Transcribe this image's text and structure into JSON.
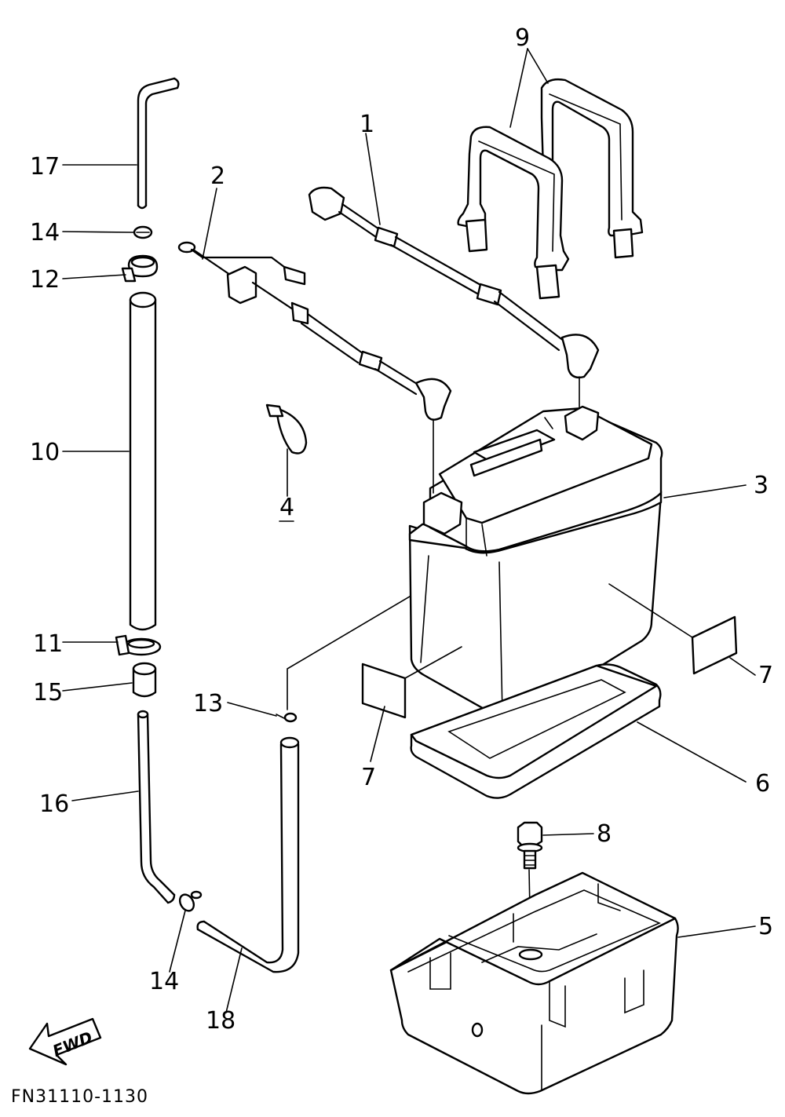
{
  "callouts": {
    "c1": "1",
    "c2": "2",
    "c3": "3",
    "c4": "4",
    "c5": "5",
    "c6": "6",
    "c7a": "7",
    "c7b": "7",
    "c8": "8",
    "c9": "9",
    "c10": "10",
    "c11": "11",
    "c12": "12",
    "c13": "13",
    "c14a": "14",
    "c14b": "14",
    "c15": "15",
    "c16": "16",
    "c17": "17",
    "c18": "18"
  },
  "fwd_label": "FWD",
  "figure_code": "FN31110-1130"
}
